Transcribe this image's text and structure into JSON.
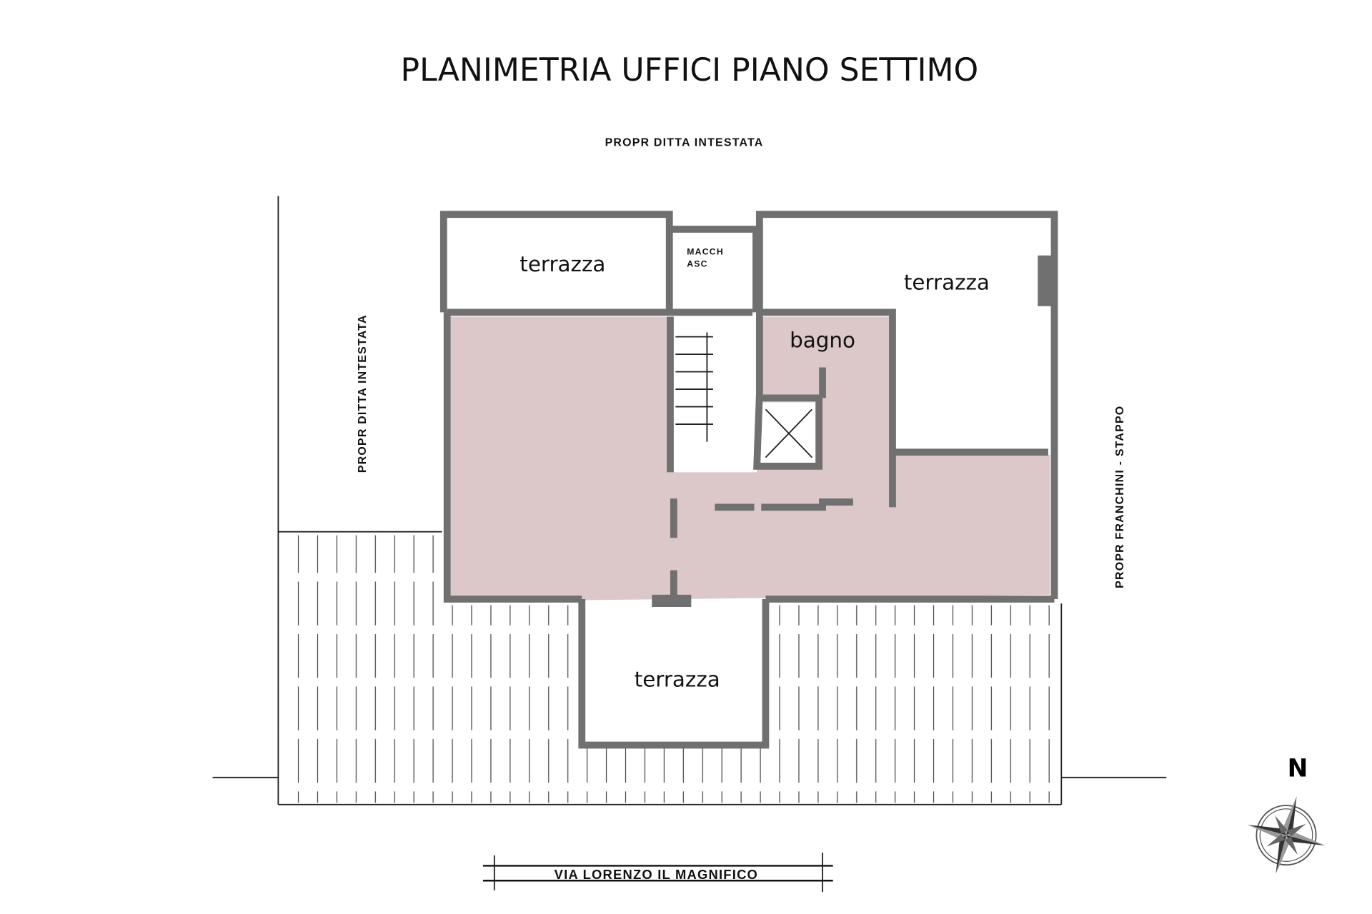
{
  "title": "PLANIMETRIA UFFICI PIANO SETTIMO",
  "neighbors": {
    "top": "PROPR   DITTA   INTESTATA",
    "left": "PROPR   DITTA   INTESTATA",
    "right": "PROPR   FRANCHINI  -  STAPPO"
  },
  "street": "VIA   LORENZO   IL   MAGNIFICO",
  "rooms": {
    "terrace_top_left": "terrazza",
    "terrace_top_right": "terrazza",
    "terrace_bottom": "terrazza",
    "bathroom": "bagno",
    "machine_room_line1": "MACCH",
    "machine_room_line2": "ASC"
  },
  "compass": {
    "north_label": "N"
  },
  "colors": {
    "office_fill": "#dcc8c8",
    "wall": "#707070"
  }
}
